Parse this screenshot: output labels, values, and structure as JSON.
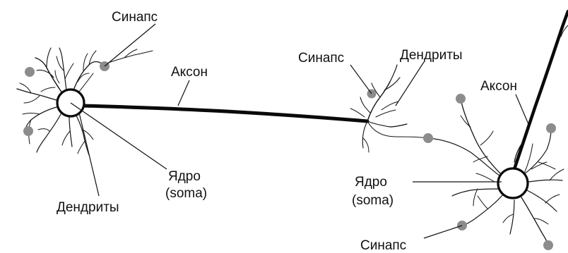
{
  "labels": {
    "synapse": "Синапс",
    "axon": "Аксон",
    "dendrites": "Дендриты",
    "nucleus": "Ядро",
    "soma": "(soma)"
  },
  "colors": {
    "lines": "#111111",
    "synapse_dot": "#8c8c8c"
  }
}
